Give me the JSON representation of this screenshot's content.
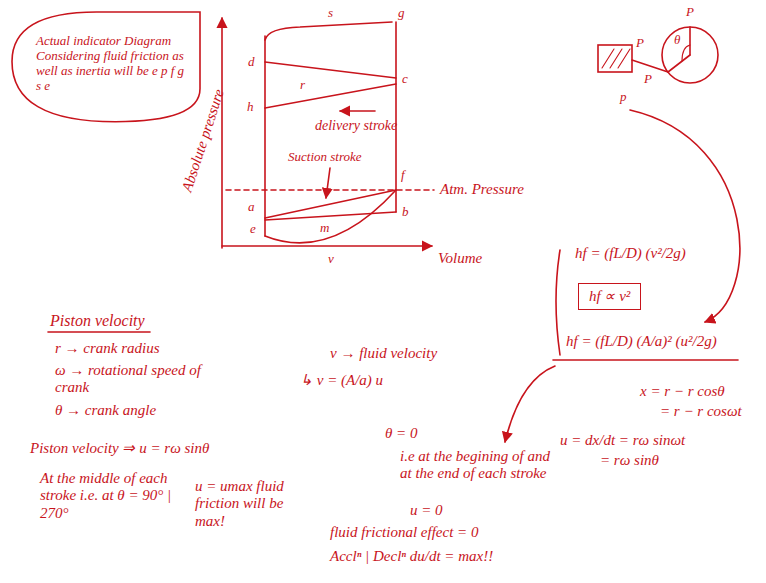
{
  "diagram": {
    "nodes": [
      {
        "text": [
          "Actual indicator Diagram Considering fluid friction as well as inertia will be e p f g s e"
        ]
      },
      {
        "text": [
          "hf ∝ v²"
        ]
      }
    ],
    "labels": [
      "Absolute pressure",
      "Volume",
      "Atm. Pressure",
      "delivery stroke",
      "Suction stroke",
      "d",
      "s",
      "g",
      "c",
      "h",
      "r",
      "a",
      "m",
      "f",
      "b",
      "e",
      "v",
      "Piston velocity",
      "r → crank radius",
      "ω → rotational speed of crank",
      "θ → crank angle",
      "Piston velocity ⇒ u = rω sinθ",
      "At the middle of each stroke i.e. at θ = 90° | 270°",
      "u = umax fluid friction will be max!",
      "v → fluid velocity",
      "↳ v = (A/a) u",
      "θ = 0",
      "i.e at the begining of and at the end of each stroke",
      "u = 0",
      "fluid frictional effect = 0",
      "Acclⁿ | Declⁿ du/dt = max!!",
      "hf = (fL/D) (v²/2g)",
      "hf = (fL/D) (A/a)² (u²/2g)",
      "x = r − r cosθ",
      "= r − r cosωt",
      "u = dx/dt = rω sinωt",
      "= rω sinθ",
      "P",
      "P",
      "P",
      "p",
      "θ"
    ]
  }
}
